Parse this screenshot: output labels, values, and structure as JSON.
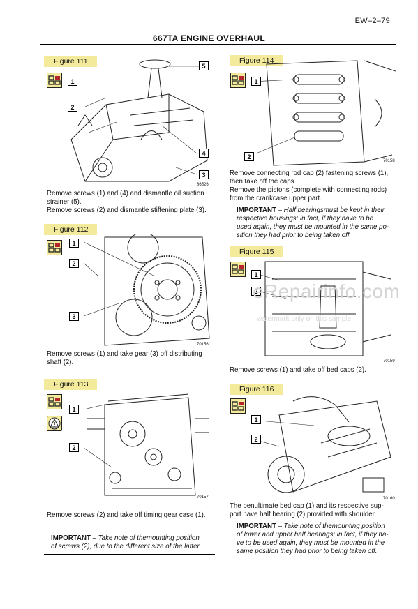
{
  "page_number": "EW–2–79",
  "title": "667TA ENGINE OVERHAUL",
  "figures": {
    "f111": {
      "label": "Figure 111",
      "img_no": "86526",
      "callouts": [
        "5",
        "1",
        "2",
        "4",
        "3"
      ]
    },
    "f112": {
      "label": "Figure 112",
      "img_no": "70156",
      "callouts": [
        "1",
        "2",
        "3"
      ]
    },
    "f113": {
      "label": "Figure 113",
      "img_no": "70157",
      "callouts": [
        "1",
        "2"
      ]
    },
    "f114": {
      "label": "Figure 114",
      "img_no": "70158",
      "callouts": [
        "1",
        "2"
      ]
    },
    "f115": {
      "label": "Figure 115",
      "img_no": "70159",
      "callouts": [
        "1",
        "2"
      ]
    },
    "f116": {
      "label": "Figure 116",
      "img_no": "70160",
      "callouts": [
        "1",
        "2"
      ]
    }
  },
  "captions": {
    "f111": [
      "Remove screws (1) and (4) and dismantle oil suction",
      "strainer (5).",
      "Remove screws (2) and dismantle stiffening plate (3)."
    ],
    "f112": [
      "Remove screws (1) and take gear (3) off distributing",
      "shaft (2)."
    ],
    "f113": [
      "Remove screws (2) and take off timing gear case (1)."
    ],
    "f114": [
      "Remove connecting rod cap (2) fastening screws (1),",
      "then take off the caps.",
      "Remove the pistons (complete with connecting rods)",
      "from the crankcase upper part."
    ],
    "f115": [
      "Remove screws (1) and take off bed caps (2)."
    ],
    "f116": [
      "The penultimate bed cap (1) and its respective sup-",
      "port have half bearing (2) provided with shoulder."
    ]
  },
  "important": {
    "f113": {
      "label": "IMPORTANT",
      "sep": " – ",
      "lines": [
        "Take note of themounting position",
        "of screws (2), due to the different size of the latter."
      ]
    },
    "f114": {
      "label": "IMPORTANT",
      "sep": " – ",
      "lines": [
        "Half bearingsmust be kept in their",
        "respective housings; in fact, if they have to be",
        "used again, they must be mounted in the same po-",
        "sition they had prior to being taken off."
      ]
    },
    "f116": {
      "label": "IMPORTANT",
      "sep": " – ",
      "lines": [
        "Take note of themounting position",
        "of lower and upper half bearings; in fact, if they ha-",
        "ve to be used again, they must be mounted in the",
        "same position they had prior to being taken off."
      ]
    }
  },
  "watermark": {
    "main": "eRepairinfo.com",
    "sub": "watermark only on this sample"
  },
  "colors": {
    "label_bg": "#f3ea9c",
    "icon_red": "#b5262c"
  }
}
